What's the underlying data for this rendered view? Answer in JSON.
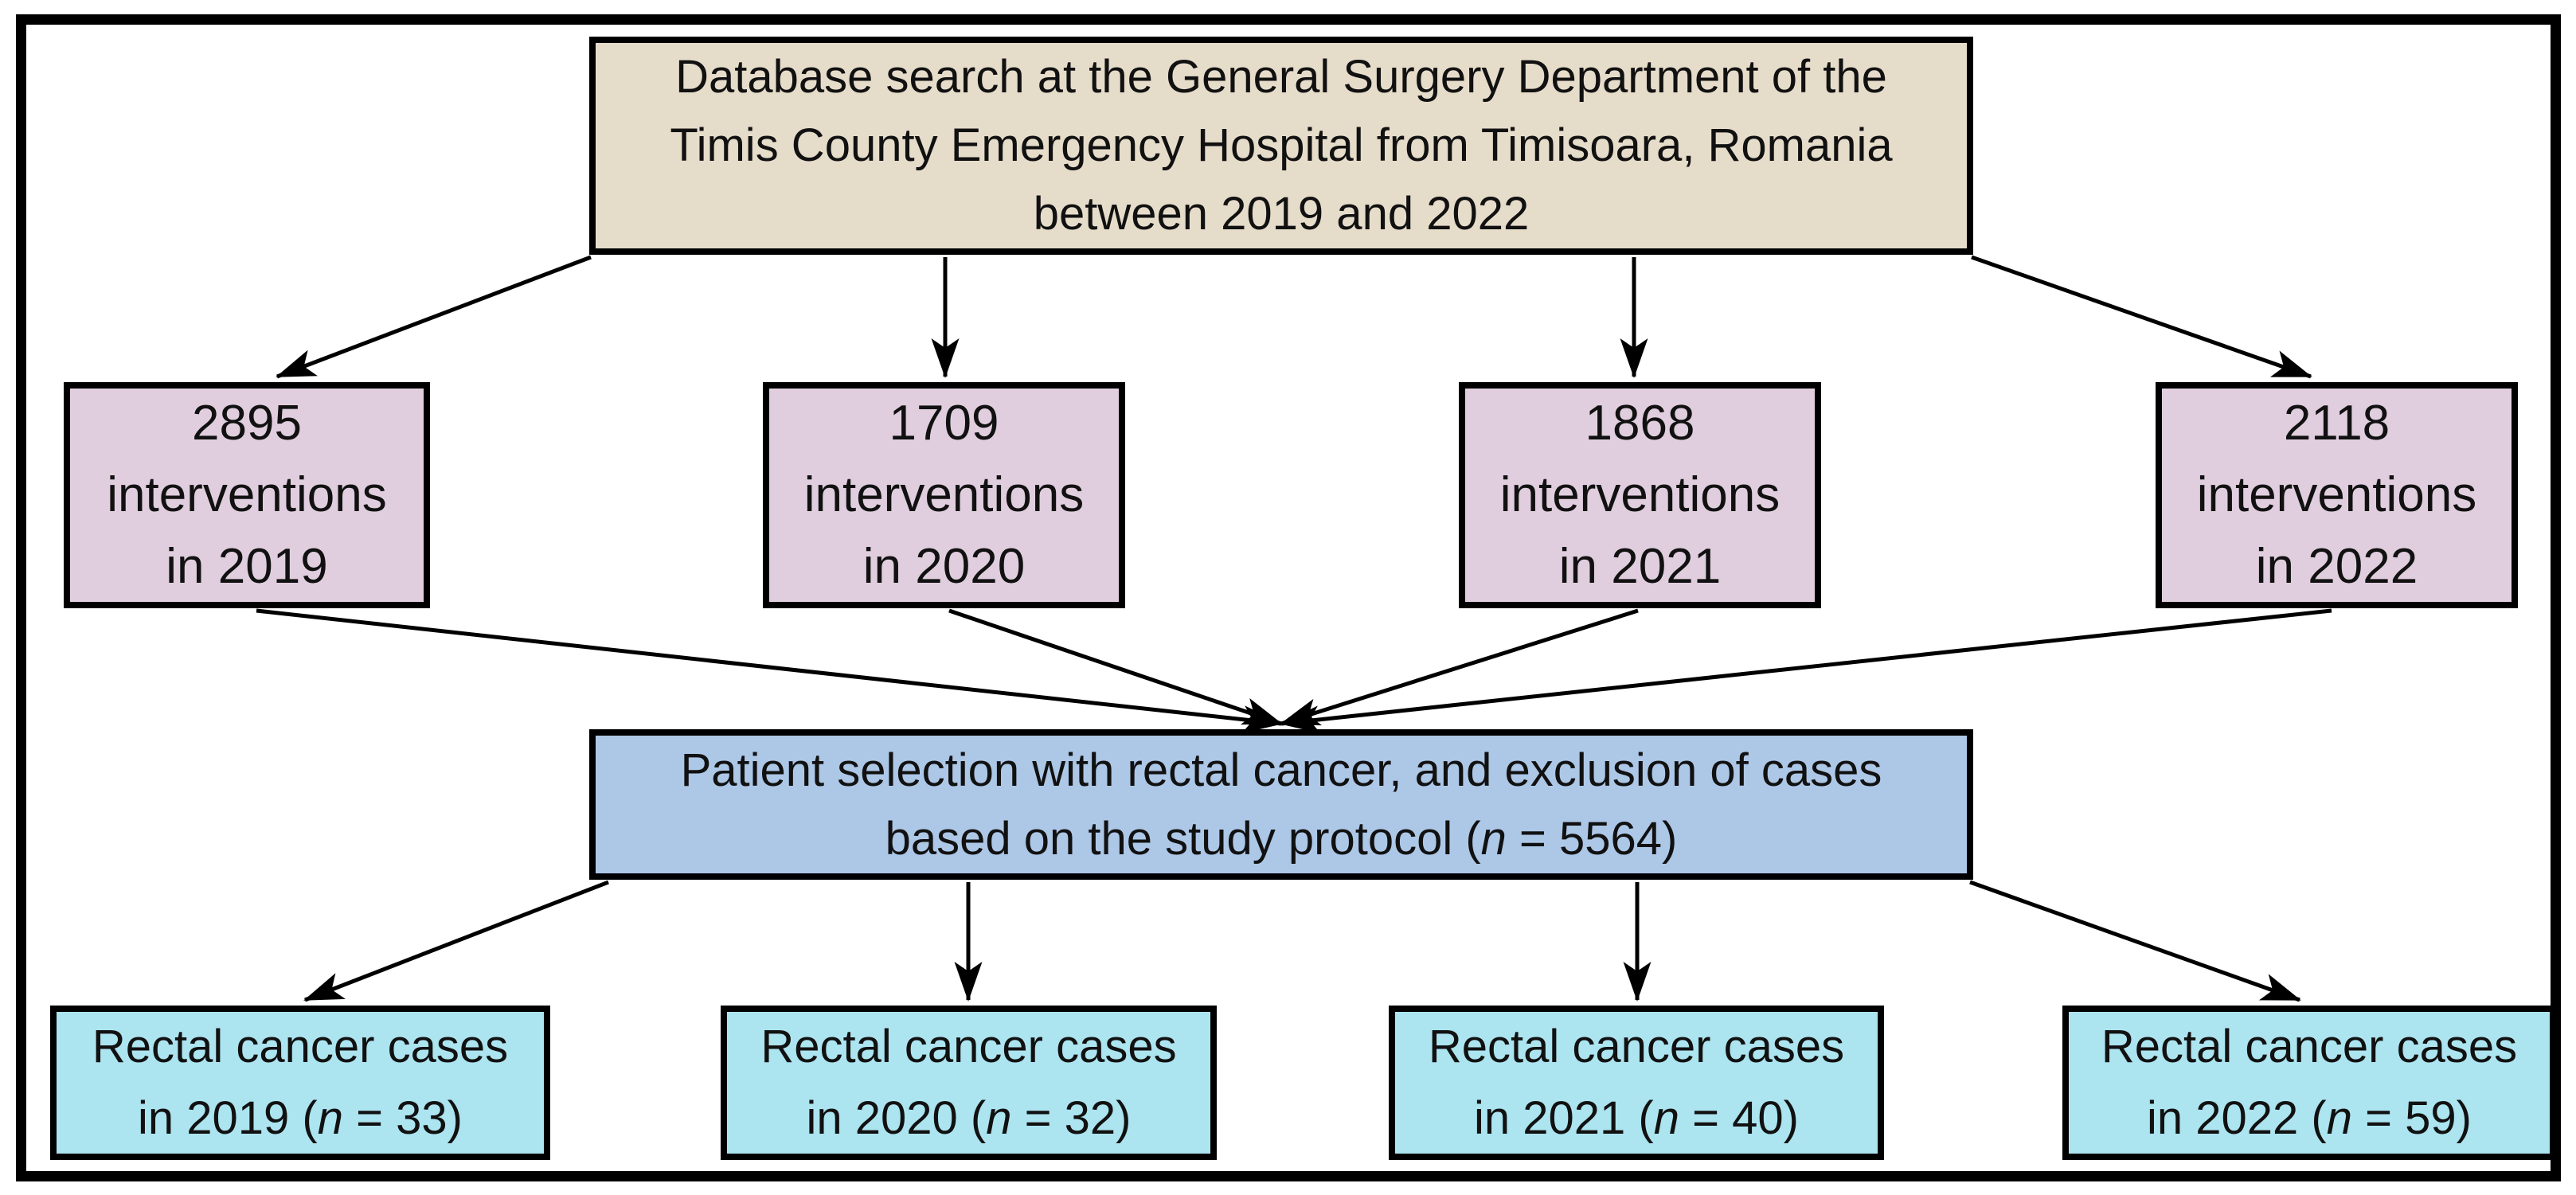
{
  "figure": {
    "colors": {
      "border": "#000000",
      "arrow": "#000000",
      "text": "#111111",
      "fill_top": "#e6dcca",
      "fill_interventions": "#e0cede",
      "fill_selection": "#adc7e7",
      "fill_cases": "#ace4f0",
      "canvas": "#ffffff"
    },
    "top_box": {
      "lines": [
        "Database search at the General Surgery Department of the",
        "Timis County Emergency Hospital from Timisoara, Romania",
        "between 2019 and 2022"
      ]
    },
    "intervention_boxes": [
      {
        "count": "2895",
        "unit": "interventions",
        "year": "in 2019"
      },
      {
        "count": "1709",
        "unit": "interventions",
        "year": "in 2020"
      },
      {
        "count": "1868",
        "unit": "interventions",
        "year": "in 2021"
      },
      {
        "count": "2118",
        "unit": "interventions",
        "year": "in 2022"
      }
    ],
    "selection_box": {
      "line1": "Patient selection with rectal cancer, and exclusion of cases",
      "line2_prefix": "based on the study protocol (",
      "n_label": "n",
      "line2_suffix": " = 5564)"
    },
    "case_boxes": [
      {
        "line1": "Rectal cancer cases",
        "line2_prefix": "in 2019 (",
        "n_label": "n",
        "line2_suffix": " = 33)"
      },
      {
        "line1": "Rectal cancer cases",
        "line2_prefix": "in 2020 (",
        "n_label": "n",
        "line2_suffix": " = 32)"
      },
      {
        "line1": "Rectal cancer cases",
        "line2_prefix": "in 2021 (",
        "n_label": "n",
        "line2_suffix": " = 40)"
      },
      {
        "line1": "Rectal cancer cases",
        "line2_prefix": "in 2022 (",
        "n_label": "n",
        "line2_suffix": " = 59)"
      }
    ]
  }
}
